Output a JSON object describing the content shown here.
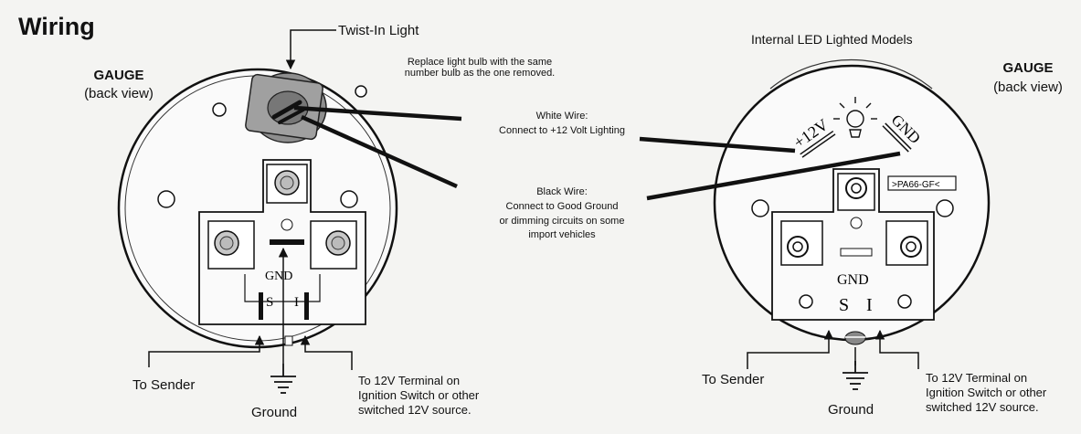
{
  "page_title": "Wiring",
  "left_gauge": {
    "heading": "GAUGE",
    "subheading": "(back view)",
    "twist_in_label": "Twist-In Light",
    "gnd": "GND",
    "s": "S",
    "i": "I"
  },
  "right_gauge": {
    "model_title": "Internal LED Lighted Models",
    "heading": "GAUGE",
    "subheading": "(back view)",
    "plus12v": "+12V",
    "gnd_top": "GND",
    "part_code": ">PA66-GF<",
    "gnd": "GND",
    "s": "S",
    "i": "I"
  },
  "notes": {
    "replace_bulb_1": "Replace light bulb with the same",
    "replace_bulb_2": "number bulb as the one removed.",
    "white_wire_1": "White Wire:",
    "white_wire_2": "Connect to +12 Volt Lighting",
    "black_wire_1": "Black Wire:",
    "black_wire_2": "Connect to Good Ground",
    "black_wire_3": "or dimming circuits on some",
    "black_wire_4": "import vehicles"
  },
  "left_callouts": {
    "sender": "To Sender",
    "ground": "Ground",
    "ign_1": "To 12V Terminal on",
    "ign_2": "Ignition Switch or other",
    "ign_3": "switched 12V source."
  },
  "right_callouts": {
    "sender": "To Sender",
    "ground": "Ground",
    "ign_1": "To 12V Terminal on",
    "ign_2": "Ignition Switch or other",
    "ign_3": "switched 12V source."
  }
}
